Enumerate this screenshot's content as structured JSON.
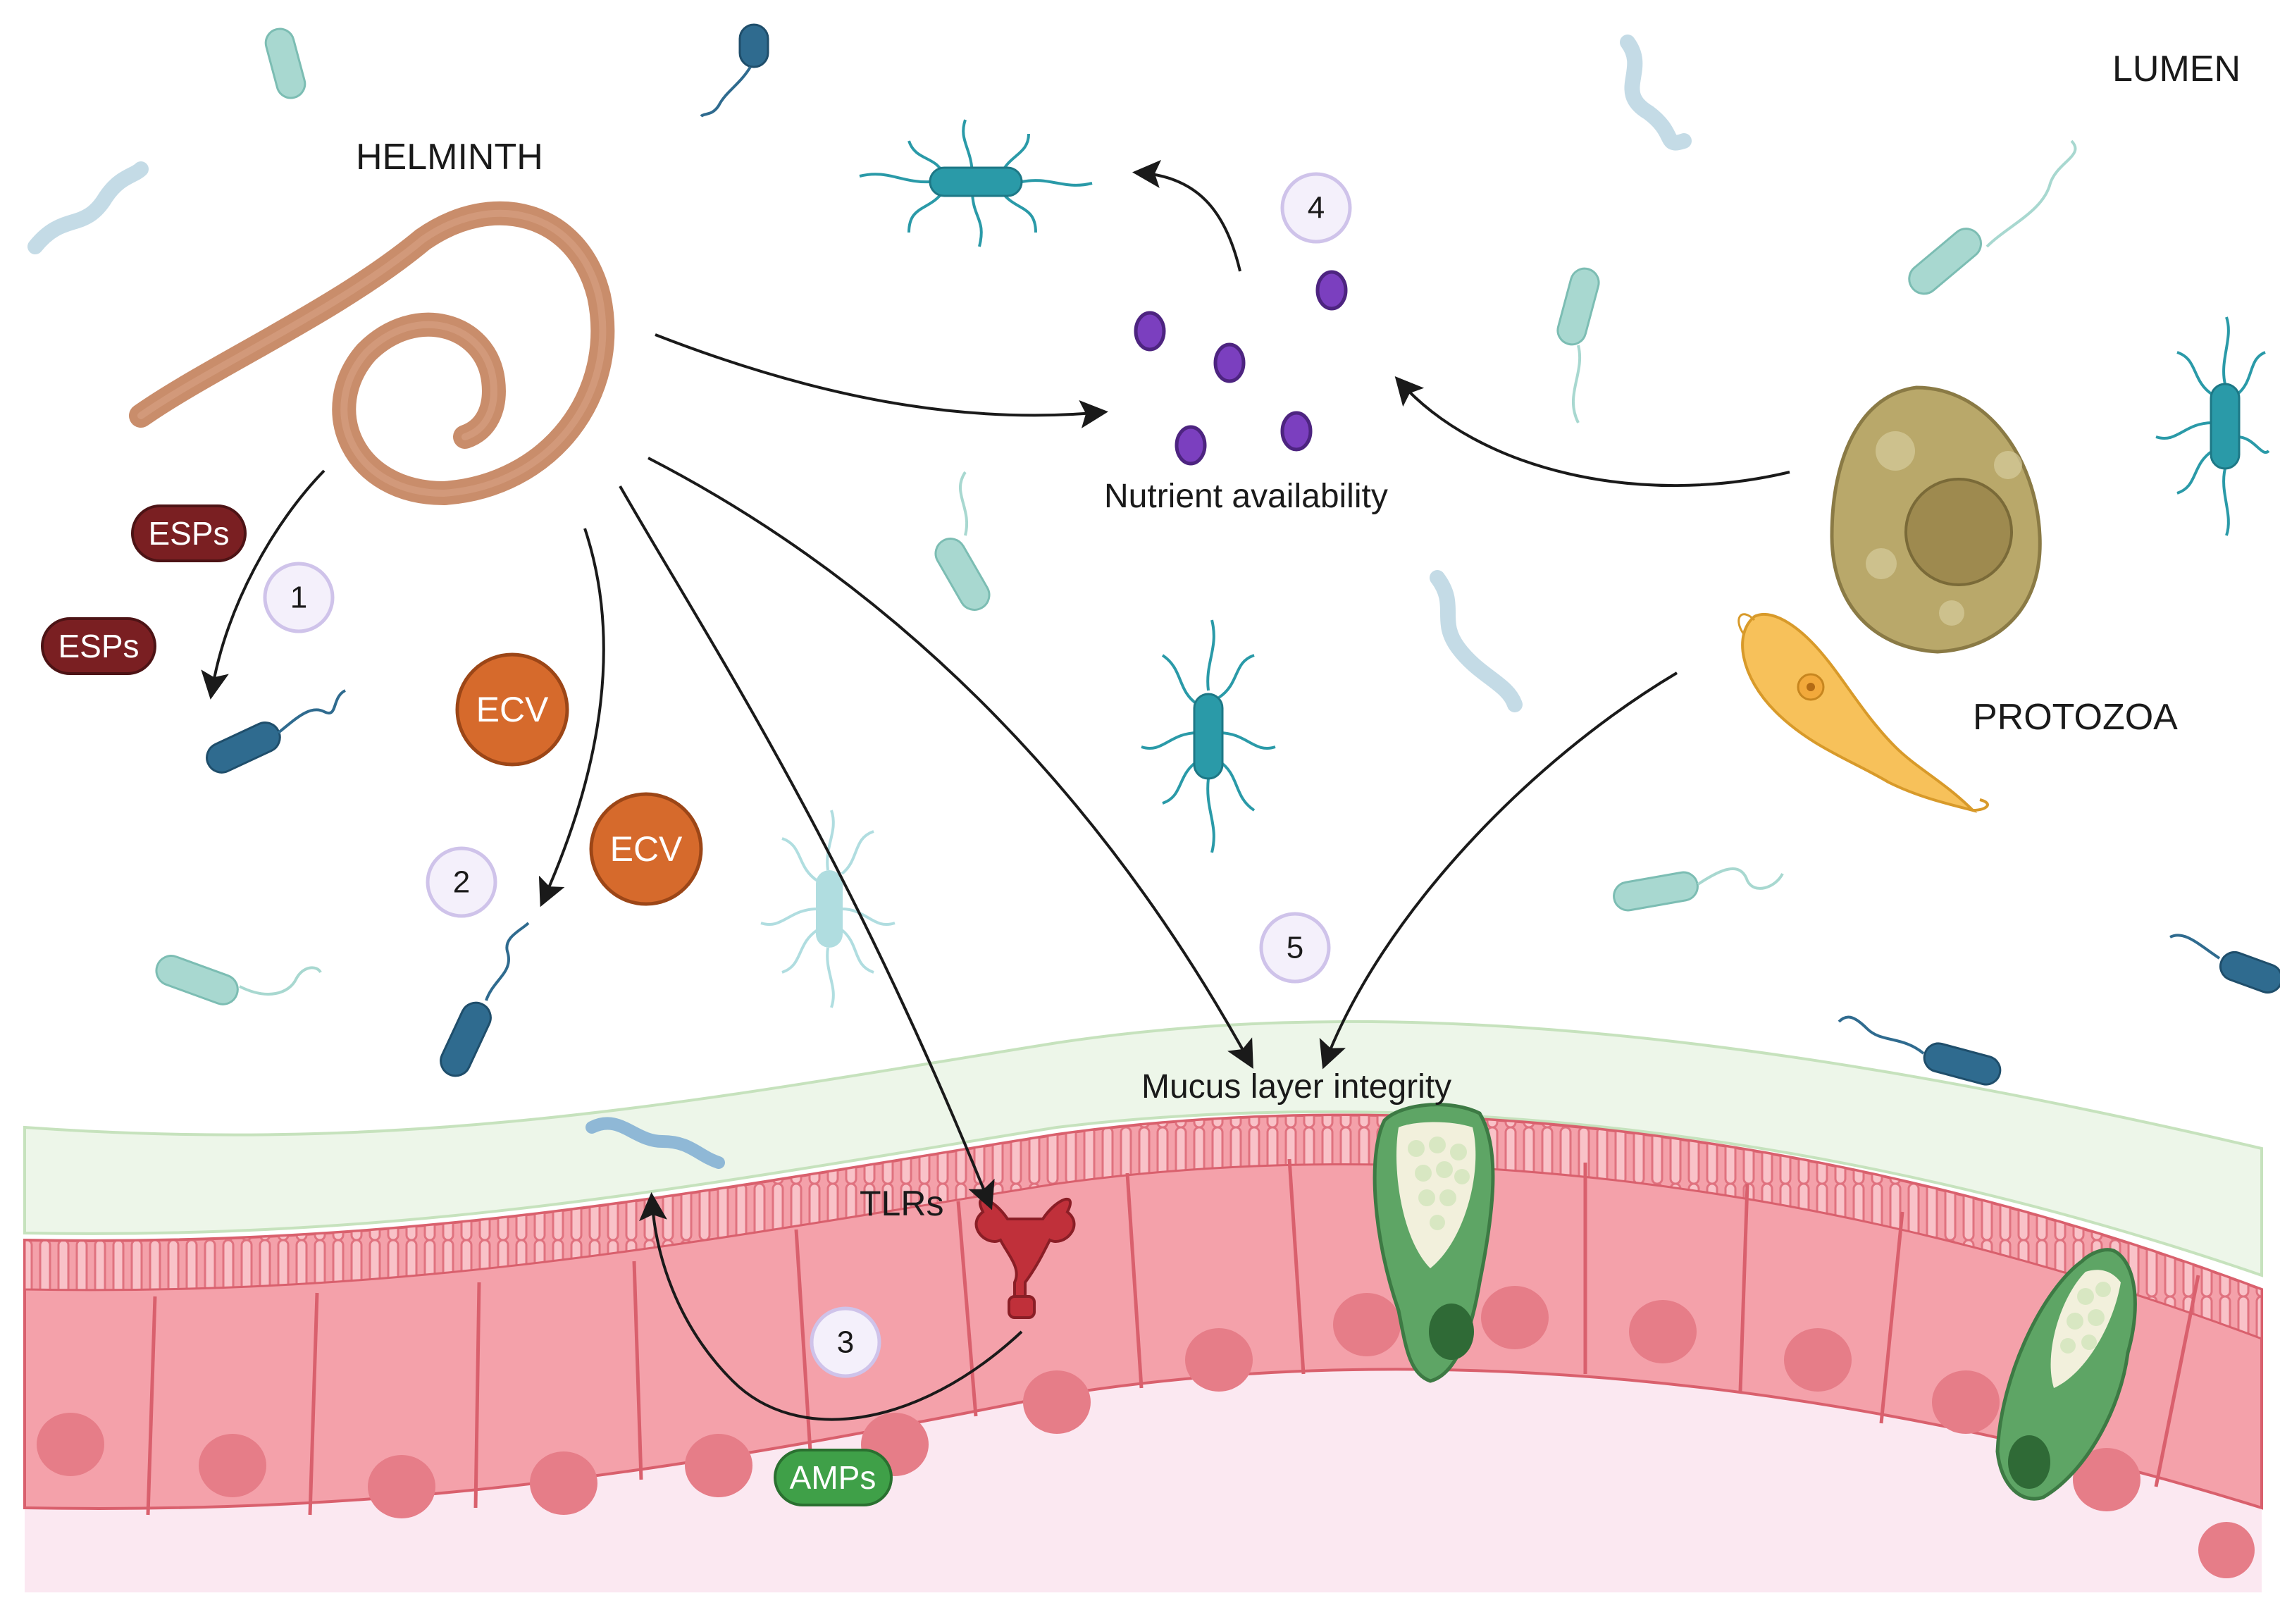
{
  "labels": {
    "lumen": "LUMEN",
    "helminth": "HELMINTH",
    "protozoa": "PROTOZOA",
    "nutrient": "Nutrient availability",
    "mucus": "Mucus layer integrity",
    "tlrs": "TLRs"
  },
  "badges": {
    "esps": "ESPs",
    "ecv": "ECV",
    "amps": "AMPs"
  },
  "steps": [
    "1",
    "2",
    "3",
    "4",
    "5"
  ],
  "colors": {
    "helminth": "#c98d6b",
    "esps": "#7a1f22",
    "ecv": "#d66a2c",
    "amps": "#3fa048",
    "epithelium": "#f4a1aa",
    "mucus": "#edf6e9",
    "nutrient": "#7b3fbf",
    "protozoa": "#c9a965",
    "flagellate": "#f7c15a",
    "tlr": "#c0303a"
  },
  "icons": [
    "helminth-worm",
    "protozoa-cell",
    "flagellate",
    "bacterium",
    "nutrient-particle",
    "tlr-receptor",
    "goblet-cell"
  ]
}
